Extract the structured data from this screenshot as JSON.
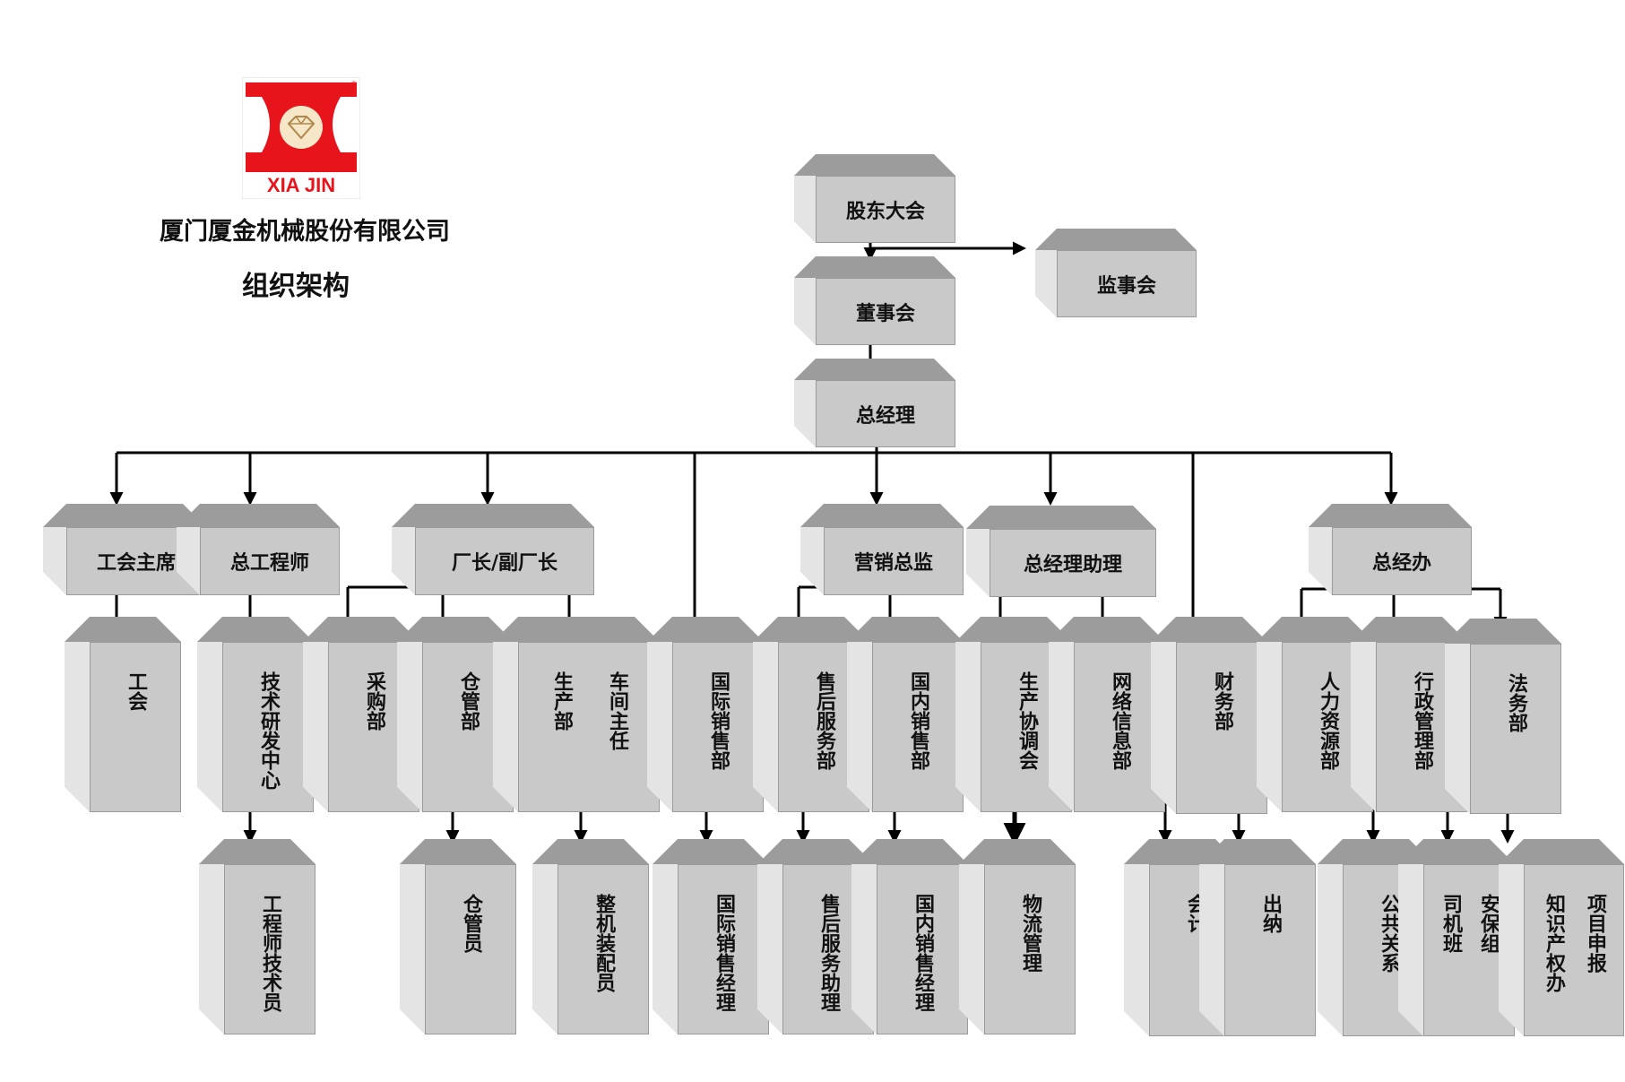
{
  "header": {
    "logo_text": "XIA JIN",
    "logo_mark": "®",
    "company": "厦门厦金机械股份有限公司",
    "subtitle": "组织架构"
  },
  "colors": {
    "box_face": "#c9c9c9",
    "box_top": "#9c9c9c",
    "box_side": "#e4e4e4",
    "logo_red": "#e8141b",
    "connector": "#000000"
  },
  "nodes": {
    "shareholders": "股东大会",
    "board": "董事会",
    "supervisors": "监事会",
    "gm": "总经理",
    "union_chair": "工会主席",
    "chief_engineer": "总工程师",
    "factory_director": "厂长/副厂长",
    "marketing_director": "营销总监",
    "gm_assistant": "总经理助理",
    "gm_office": "总经办",
    "union": "工会",
    "rd_center": "技术研发中心",
    "purchasing": "采购部",
    "warehouse_dept": "仓管部",
    "production_a": "生产部",
    "production_b": "车间主任",
    "intl_sales_dept": "国际销售部",
    "aftersales_dept": "售后服务部",
    "domestic_sales_dept": "国内销售部",
    "prod_coord": "生产协调会",
    "network_info": "网络信息部",
    "finance": "财务部",
    "hr": "人力资源部",
    "admin": "行政管理部",
    "legal": "法务部",
    "engineer_tech": "工程师技术员",
    "warehouse_keeper": "仓管员",
    "assembler": "整机装配员",
    "intl_sales_mgr": "国际销售经理",
    "aftersales_asst": "售后服务助理",
    "domestic_sales_mgr": "国内销售经理",
    "logistics": "物流管理",
    "accounting": "会计",
    "cashier": "出纳",
    "pr": "公共关系",
    "security_a": "安保组",
    "security_b": "司机班",
    "ip_a": "知识产权办",
    "ip_b": "项目申报"
  }
}
